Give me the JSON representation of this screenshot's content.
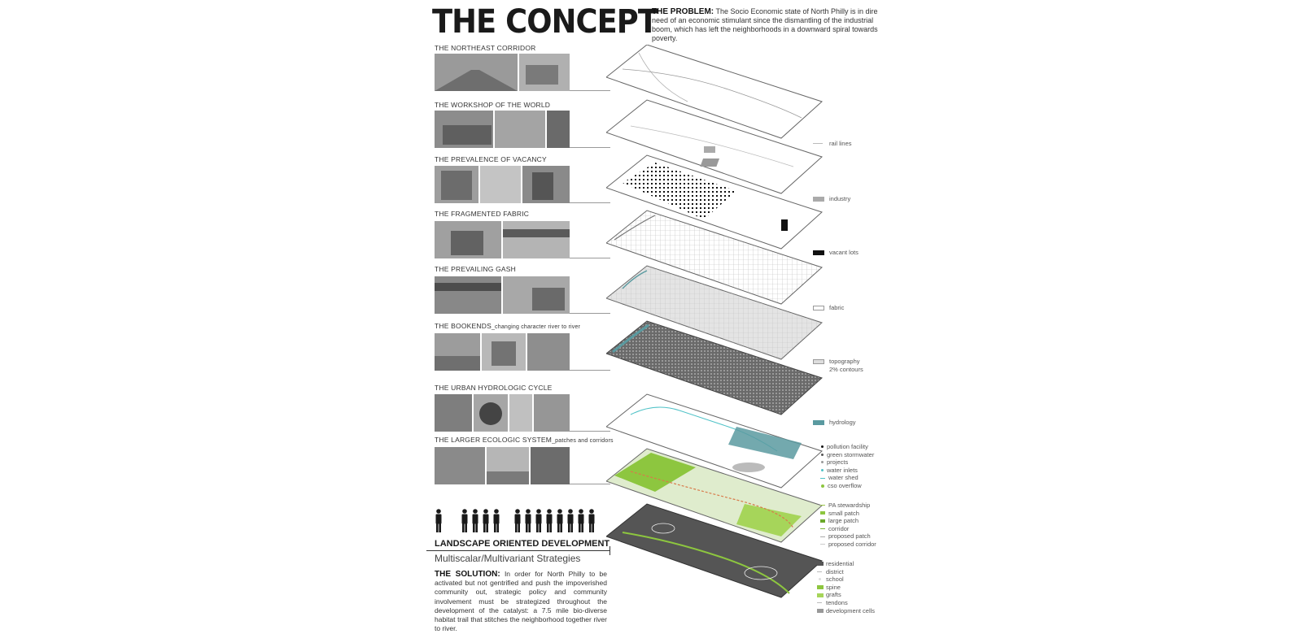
{
  "header": {
    "title": "THE CONCEPT",
    "problem_label": "THE PROBLEM:",
    "problem_text": "The Socio Economic state of North Philly is in dire need of an economic stimulant since the dismantling of the industrial boom, which has left the neighborhoods in a downward spiral towards poverty."
  },
  "sections": [
    {
      "label": "THE NORTHEAST CORRIDOR",
      "sub": ""
    },
    {
      "label": "THE WORKSHOP OF THE WORLD",
      "sub": ""
    },
    {
      "label": "THE PREVALENCE OF VACANCY",
      "sub": ""
    },
    {
      "label": "THE FRAGMENTED FABRIC",
      "sub": ""
    },
    {
      "label": "THE PREVAILING GASH",
      "sub": ""
    },
    {
      "label": "THE BOOKENDS",
      "sub": "_changing character river to river"
    },
    {
      "label": "THE URBAN HYDROLOGIC CYCLE",
      "sub": ""
    },
    {
      "label": "THE LARGER ECOLOGIC SYSTEM",
      "sub": "_patches and corridors"
    }
  ],
  "footer": {
    "lod": "LANDSCAPE ORIENTED DEVELOPMENT",
    "strategies": "Multiscalar/Multivariant Strategies",
    "solution_label": "THE SOLUTION:",
    "solution_text": "In order for North Philly to be activated but not gentrified and push the impoverished community out, strategic policy and community involvement must be strategized throughout the development of the catalyst: a 7.5 mile bio-diverse habitat trail that stitches the neighborhood together river to river."
  },
  "legend": {
    "rail": "rail lines",
    "industry": "industry",
    "vacant": "vacant lots",
    "fabric": "fabric",
    "topo1": "topography",
    "topo2": "2% contours",
    "hydrology": "hydrology",
    "hydro_group": [
      "pollution facility",
      "green stormwater",
      "projects",
      "water inlets",
      "water shed",
      "cso overflow"
    ],
    "eco_group": [
      "PA stewardship",
      "small patch",
      "large patch",
      "corridor",
      "proposed patch",
      "proposed corridor"
    ],
    "final_group": [
      "residential",
      "district",
      "school",
      "spine",
      "grafts",
      "tendons",
      "development cells"
    ]
  },
  "colors": {
    "accent_teal": "#5a9aa0",
    "accent_green": "#8dc63f",
    "dark": "#1a1a1a",
    "gray_layer": "#555555"
  }
}
